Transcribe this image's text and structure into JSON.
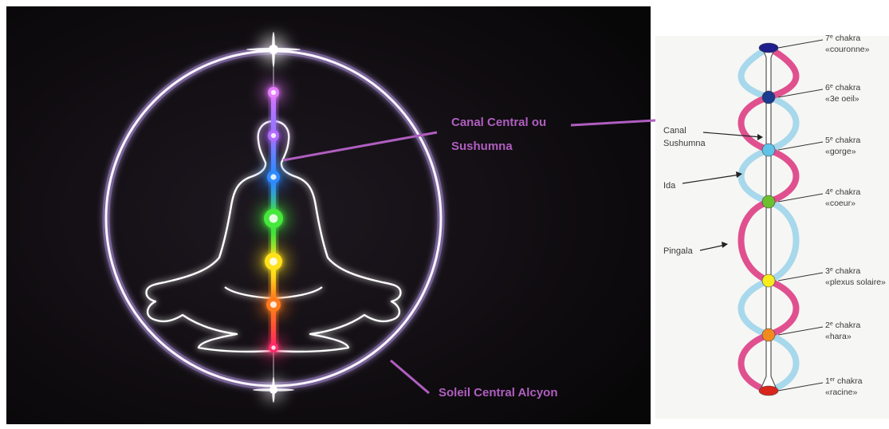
{
  "left_panel": {
    "canal_label_line1": "Canal Central ou",
    "canal_label_line2": "Sushumna",
    "sun_label": "Soleil Central Alcyon",
    "colors": {
      "label": "#b05ec0",
      "background": "#0d0b0d",
      "halo": "#f3e7ff"
    },
    "chakra_colors": [
      "#ff2a6b",
      "#ff7a1a",
      "#ffe11a",
      "#44e83a",
      "#2f8bff",
      "#b16cff",
      "#e77bff"
    ]
  },
  "right_panel": {
    "chakras": [
      {
        "num": "7",
        "sup": "e",
        "word": " chakra",
        "name": "«couronne»",
        "color": "#1e1f8c"
      },
      {
        "num": "6",
        "sup": "e",
        "word": " chakra",
        "name": "«3e oeil»",
        "color": "#1c3a8e"
      },
      {
        "num": "5",
        "sup": "e",
        "word": " chakra",
        "name": "«gorge»",
        "color": "#5fc2e6"
      },
      {
        "num": "4",
        "sup": "e",
        "word": " chakra",
        "name": "«coeur»",
        "color": "#6cbf2e"
      },
      {
        "num": "3",
        "sup": "e",
        "word": " chakra",
        "name": "«plexus solaire»",
        "color": "#f7ec1c"
      },
      {
        "num": "2",
        "sup": "e",
        "word": " chakra",
        "name": "«hara»",
        "color": "#f28a1f"
      },
      {
        "num": "1",
        "sup": "er",
        "word": " chakra",
        "name": "«racine»",
        "color": "#d9261c"
      }
    ],
    "canal_label_line1": "Canal",
    "canal_label_line2": "Sushumna",
    "ida_label": "Ida",
    "pingala_label": "Pingala",
    "colors": {
      "ida": "#e0508f",
      "pingala": "#a7d8ec",
      "text": "#3a3a3a"
    }
  }
}
